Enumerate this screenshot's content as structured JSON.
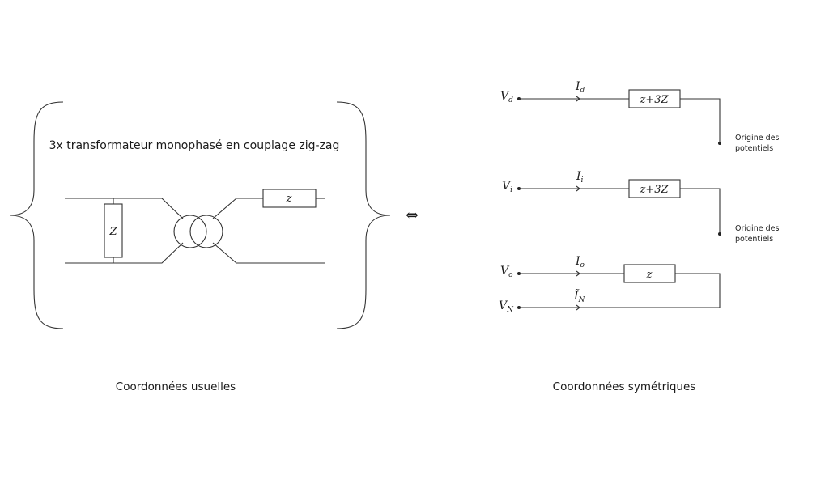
{
  "left": {
    "heading": "3x transformateur monophasé en couplage zig-zag",
    "impedance_Z": "Z",
    "impedance_z": "z",
    "caption": "Coordonnées usuelles"
  },
  "equiv_symbol": "⇔",
  "right": {
    "caption": "Coordonnées symétriques",
    "origin_line1": "Origine des",
    "origin_line2": "potentiels",
    "direct": {
      "V": "V",
      "V_sub": "d",
      "I": "I",
      "I_sub": "d",
      "box": "z+3Z"
    },
    "inverse": {
      "V": "V",
      "V_sub": "i",
      "I": "I",
      "I_sub": "i",
      "box": "z+3Z"
    },
    "homopolar": {
      "V": "V",
      "V_sub": "o",
      "I": "I",
      "I_sub": "o",
      "box": "z"
    },
    "neutral": {
      "V": "V",
      "V_sub": "N",
      "I": "Ĩ",
      "I_sub": "N"
    }
  }
}
